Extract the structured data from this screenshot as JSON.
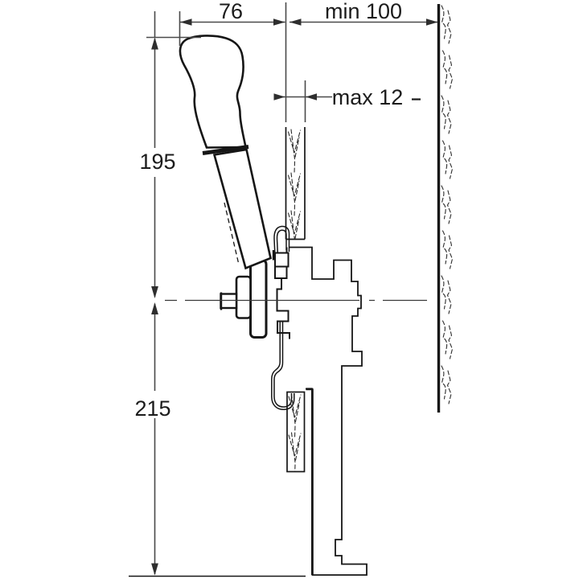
{
  "diagram": {
    "type": "technical-drawing-cross-section",
    "labels": {
      "knob_depth": "76",
      "wall_clearance": "min 100",
      "panel_thickness": "max 12",
      "height_above_axis": "195",
      "height_below_axis": "215"
    },
    "colors": {
      "background": "#ffffff",
      "outline": "#161616",
      "dimension_line": "#4a4a4a",
      "label_text": "#1c1c1c"
    }
  }
}
